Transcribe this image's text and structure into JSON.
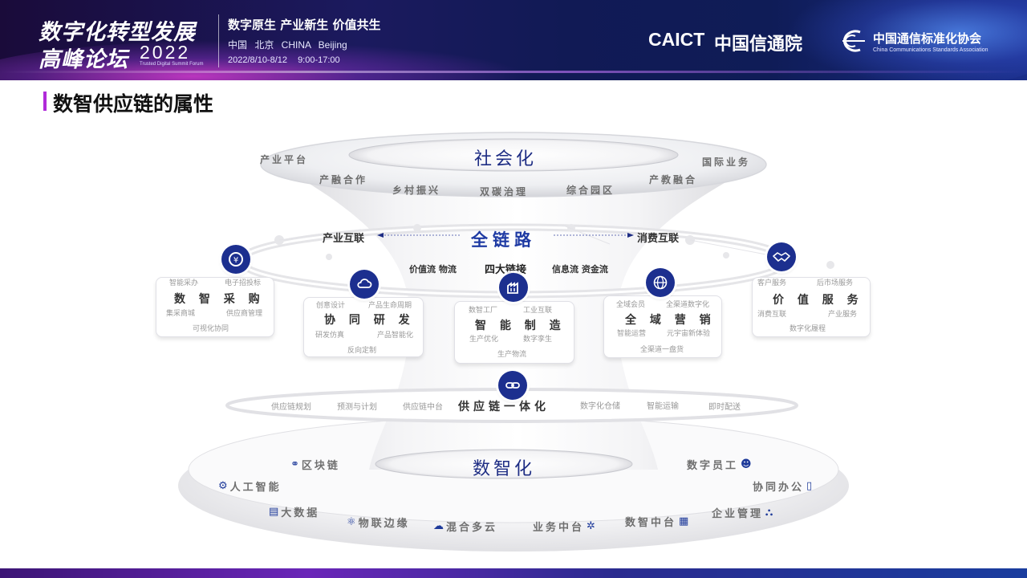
{
  "banner": {
    "summit_line1": "数字化转型发展",
    "summit_line2": "高峰论坛",
    "summit_year": "2022",
    "summit_en": "Trusted Digital Summit Forum",
    "slogan": "数字原生 产业新生 价值共生",
    "location": "中国  北京  CHINA   Beijing",
    "date": "2022/8/10-8/12    9:00-17:00",
    "caict_logo": "CAICT",
    "caict_cn": "中国信通院",
    "ccsa_cn": "中国通信标准化协会",
    "ccsa_en": "China Communications Standards Association"
  },
  "page": {
    "title": "数智供应链的属性"
  },
  "top_layer": {
    "title": "社会化",
    "items": [
      "产业平台",
      "国际业务",
      "产融合作",
      "产教融合",
      "乡村振兴",
      "双碳治理",
      "综合园区"
    ]
  },
  "chain_layer": {
    "title": "全链路",
    "left_link": "产业互联",
    "right_link": "消费互联",
    "four_title": "四大链接",
    "four_left": "价值流  物流",
    "four_right": "信息流  资金流"
  },
  "modules": [
    {
      "icon": "procurement-icon",
      "title": "数 智 采 购",
      "tags": [
        "智能采办",
        "电子招投标",
        "集采商城",
        "供应商管理",
        "可视化协同"
      ]
    },
    {
      "icon": "cloud-icon",
      "title": "协 同 研 发",
      "tags": [
        "创意设计",
        "产品生命周期",
        "研发仿真",
        "产品智能化",
        "反向定制"
      ]
    },
    {
      "icon": "factory-icon",
      "title": "智 能 制 造",
      "tags": [
        "数智工厂",
        "工业互联",
        "生产优化",
        "数字孪生",
        "生产物流"
      ]
    },
    {
      "icon": "globe-icon",
      "title": "全 域 营 销",
      "tags": [
        "全域会员",
        "全渠道数字化",
        "智能运营",
        "元宇宙新体验",
        "全渠道一盘货"
      ]
    },
    {
      "icon": "handshake-icon",
      "title": "价 值 服 务",
      "tags": [
        "客户服务",
        "后市场服务",
        "消费互联",
        "产业服务",
        "数字化履程"
      ]
    }
  ],
  "supply_layer": {
    "icon": "link-icon",
    "title": "供应链一体化",
    "items": [
      "供应链规划",
      "预测与计划",
      "供应链中台",
      "数字化仓储",
      "智能运输",
      "即时配送"
    ]
  },
  "base_layer": {
    "title": "数智化",
    "items": [
      "区块链",
      "数字员工",
      "人工智能",
      "协同办公",
      "大数据",
      "企业管理",
      "物联边缘",
      "混合多云",
      "业务中台",
      "数智中台"
    ]
  },
  "colors": {
    "accent_navy": "#1c2f8f",
    "title_purple_bar": "#b02bd9",
    "chain_blue": "#1e3aa3"
  }
}
